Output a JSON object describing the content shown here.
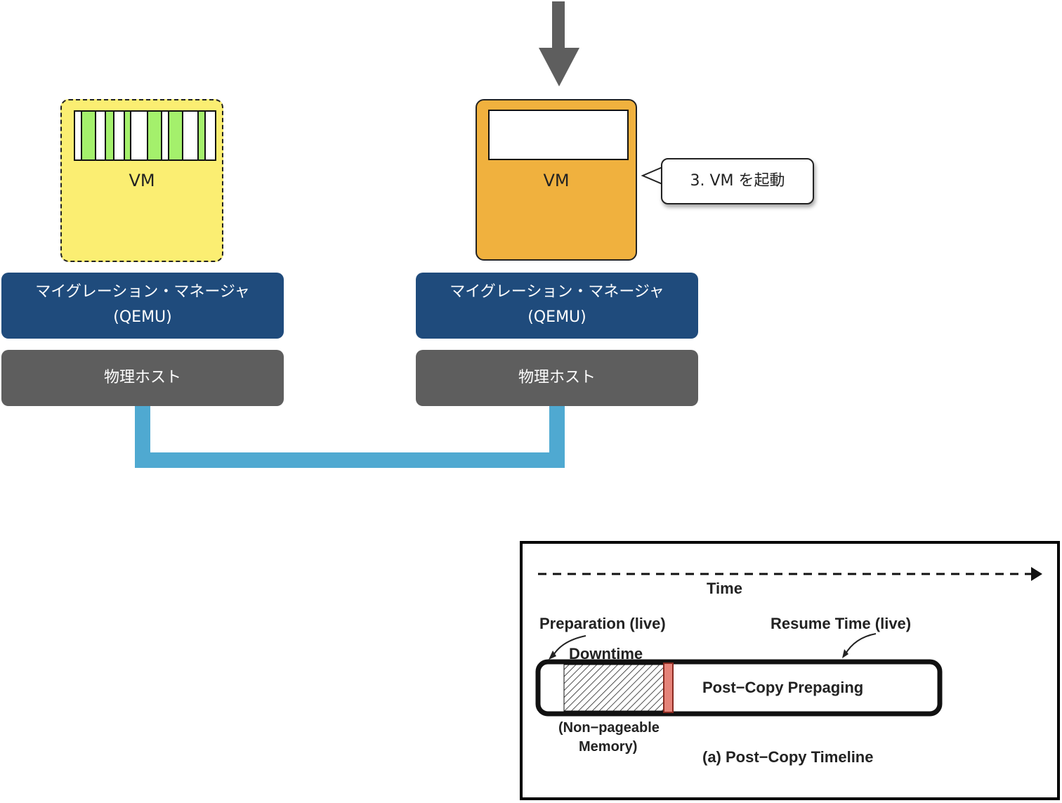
{
  "diagram": {
    "source": {
      "vm_label": "VM",
      "vm_style": "dashed-outline",
      "vm_color": "#fbee72",
      "memory_pages": [
        "empty",
        "transferred",
        "empty",
        "transferred",
        "empty",
        "transferred",
        "empty",
        "transferred",
        "empty",
        "transferred",
        "empty",
        "transferred",
        "empty"
      ],
      "manager_label_line1": "マイグレーション・マネージャ",
      "manager_label_line2": "(QEMU)",
      "host_label": "物理ホスト"
    },
    "destination": {
      "vm_label": "VM",
      "vm_color": "#f0b13e",
      "manager_label_line1": "マイグレーション・マネージャ",
      "manager_label_line2": "(QEMU)",
      "host_label": "物理ホスト"
    },
    "callout": "3. VM を起動",
    "colors": {
      "manager": "#1f4b7c",
      "host": "#5e5e5e",
      "network": "#4fa9d1",
      "page_transferred": "#a4f06c",
      "arrow": "#5e5e5e"
    }
  },
  "figure": {
    "time_label": "Time",
    "preparation_label": "Preparation (live)",
    "resume_label": "Resume Time (live)",
    "downtime_label": "Downtime",
    "bar_label": "Post−Copy Prepaging",
    "nonpageable_line1": "(Non−pageable",
    "nonpageable_line2": "Memory)",
    "caption": "(a) Post−Copy Timeline"
  }
}
